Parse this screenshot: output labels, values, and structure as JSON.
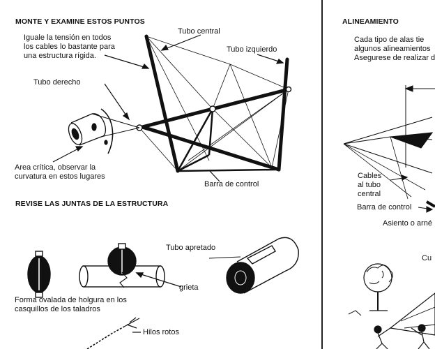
{
  "left": {
    "section1": {
      "heading": "MONTE Y EXAMINE ESTOS PUNTOS",
      "note": "Iguale la tensión en todos\nlos cables lo bastante para\nuna estructura rígida.",
      "labels": {
        "tubo_central": "Tubo central",
        "tubo_izquierdo": "Tubo izquierdo",
        "tubo_derecho": "Tubo derecho",
        "area_critica": "Area crítica, observar la\ncurvatura en estos lugares",
        "barra_control": "Barra de control"
      }
    },
    "section2": {
      "heading": "REVISE LAS JUNTAS DE LA ESTRUCTURA",
      "labels": {
        "tubo_apretado": "Tubo apretado",
        "grieta": "grieta",
        "forma_ovalada": "Forma ovalada de holgura en los\ncasquillos de los taladros",
        "hilos_rotos": "Hilos rotos"
      }
    }
  },
  "right": {
    "heading": "ALINEAMIENTO",
    "intro": "Cada tipo de alas tie\nalgunos alineamientos\nAsegurese de realizar d",
    "labels": {
      "cables_tubo_central": "Cables\nal tubo\ncentral",
      "barra_control": "Barra de control",
      "asiento": "Asiento o arné",
      "cut": "Cu"
    }
  }
}
